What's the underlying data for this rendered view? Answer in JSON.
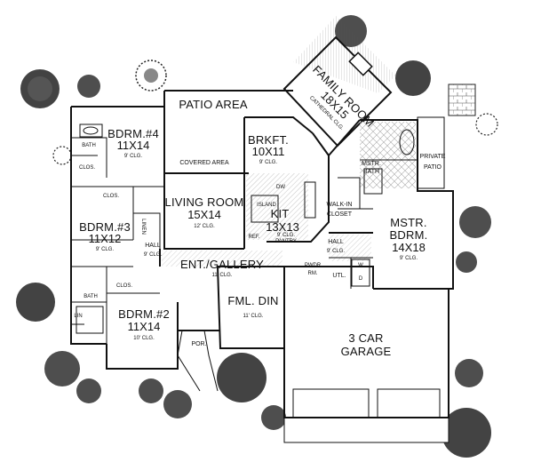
{
  "rooms": {
    "patio_area": {
      "name": "PATIO AREA"
    },
    "covered_area": {
      "name": "COVERED AREA"
    },
    "family_room": {
      "name": "FAMILY ROOM",
      "size": "18X15",
      "ceiling": "CATHEDRAL CLG."
    },
    "brkft": {
      "name": "BRKFT.",
      "size": "10X11",
      "ceiling": "9' CLG."
    },
    "kit": {
      "name": "KIT",
      "size": "13X13",
      "island": "ISLAND",
      "pantry": "PANTRY",
      "ceiling": "9' CLG.",
      "dw": "DW",
      "ref": "REF."
    },
    "bdrm4": {
      "name": "BDRM.#4",
      "size": "11X14",
      "ceiling": "9' CLG.",
      "bath": "BATH",
      "clos": "CLOS."
    },
    "bdrm3": {
      "name": "BDRM.#3",
      "size": "11X12",
      "ceiling": "9' CLG.",
      "clos": "CLOS."
    },
    "bdrm2": {
      "name": "BDRM.#2",
      "size": "11X14",
      "ceiling": "10' CLG.",
      "bath": "BATH",
      "clos": "CLOS.",
      "lin": "LIN",
      "linen": "LINEN"
    },
    "living": {
      "name": "LIVING ROOM",
      "size": "15X14",
      "ceiling": "12' CLG."
    },
    "gallery": {
      "name": "ENT./GALLERY",
      "ceiling": "11' CLG."
    },
    "hall_left": {
      "name": "HALL",
      "ceiling": "9' CLG."
    },
    "hall_right": {
      "name": "HALL",
      "ceiling": "9' CLG."
    },
    "fml_din": {
      "name": "FML. DIN",
      "ceiling": "11' CLG."
    },
    "por": {
      "name": "POR."
    },
    "garage": {
      "name": "3 CAR",
      "name2": "GARAGE"
    },
    "mstr_bath": {
      "name": "MSTR.",
      "name2": "BATH"
    },
    "walkin": {
      "name": "WALK-IN",
      "name2": "CLOSET"
    },
    "mstr_bdrm": {
      "name": "MSTR.",
      "name2": "BDRM.",
      "size": "14X18",
      "ceiling": "9' CLG."
    },
    "private_patio": {
      "name": "PRIVATE",
      "name2": "PATIO"
    },
    "pwdr": {
      "name": "PWDR",
      "name2": "RM."
    },
    "utl": {
      "name": "UTL."
    },
    "washer": {
      "name": "W"
    },
    "dryer": {
      "name": "D"
    }
  }
}
